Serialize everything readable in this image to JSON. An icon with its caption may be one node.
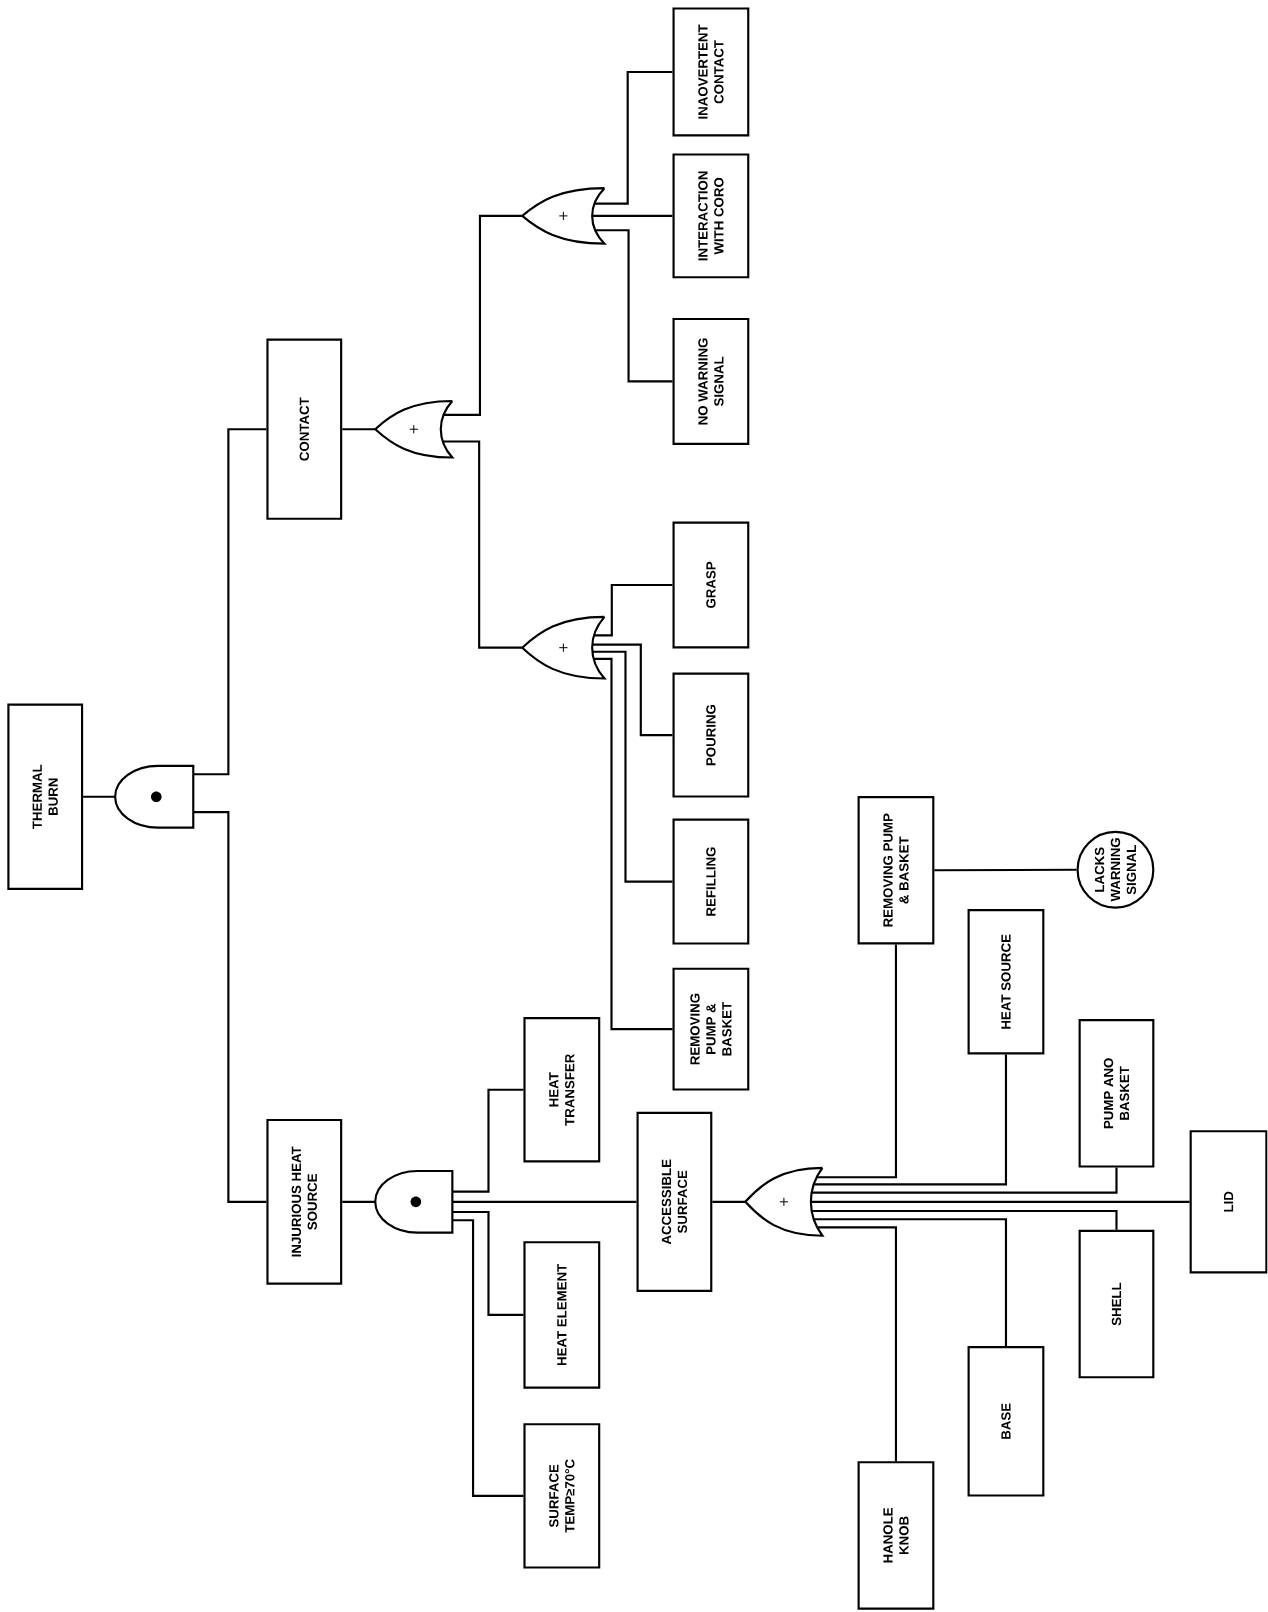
{
  "diagram": {
    "nodes": [
      {
        "text": [
          "THERMAL BURN"
        ]
      },
      {
        "text": [],
        "shape": "and-gate"
      },
      {
        "text": [
          "CONTACT"
        ]
      },
      {
        "text": [
          "INJURIOUS HEAT SOURCE"
        ]
      },
      {
        "text": [],
        "shape": "or-gate"
      },
      {
        "text": [],
        "shape": "or-gate"
      },
      {
        "text": [
          "NO WARNING SIGNAL"
        ]
      },
      {
        "text": [
          "INTERACTION WITH CORO"
        ]
      },
      {
        "text": [
          "INAOVERTENT CONTACT"
        ]
      },
      {
        "text": [],
        "shape": "or-gate"
      },
      {
        "text": [
          "GRASP"
        ]
      },
      {
        "text": [
          "POURING"
        ]
      },
      {
        "text": [
          "REFILLING"
        ]
      },
      {
        "text": [
          "REMOVING PUMP & BASKET"
        ]
      },
      {
        "text": [],
        "shape": "and-gate"
      },
      {
        "text": [
          "HEAT TRANSFER"
        ]
      },
      {
        "text": [
          "ACCESSIBLE SURFACE"
        ]
      },
      {
        "text": [
          "HEAT ELEMENT"
        ]
      },
      {
        "text": [
          "SURFACE TEMP≥70°C"
        ]
      },
      {
        "text": [],
        "shape": "or-gate"
      },
      {
        "text": [
          "REMOVING PUMP & BASKET"
        ]
      },
      {
        "text": [
          "LACKS WARNING SIGNAL"
        ]
      },
      {
        "text": [
          "HEAT SOURCE"
        ]
      },
      {
        "text": [
          "PUMP ANO BASKET"
        ]
      },
      {
        "text": [
          "LID"
        ]
      },
      {
        "text": [
          "SHELL"
        ]
      },
      {
        "text": [
          "BASE"
        ]
      },
      {
        "text": [
          "HANOLE KNOB"
        ]
      }
    ],
    "edges": [
      {
        "from": 0,
        "to": 1,
        "arrow": "none"
      },
      {
        "from": 1,
        "to": 2,
        "arrow": "none"
      },
      {
        "from": 1,
        "to": 3,
        "arrow": "none"
      },
      {
        "from": 2,
        "to": 4,
        "arrow": "none"
      },
      {
        "from": 4,
        "to": 5,
        "arrow": "none"
      },
      {
        "from": 4,
        "to": 9,
        "arrow": "none"
      },
      {
        "from": 5,
        "to": 6,
        "arrow": "none"
      },
      {
        "from": 5,
        "to": 7,
        "arrow": "none"
      },
      {
        "from": 5,
        "to": 8,
        "arrow": "none"
      },
      {
        "from": 9,
        "to": 10,
        "arrow": "none"
      },
      {
        "from": 9,
        "to": 11,
        "arrow": "none"
      },
      {
        "from": 9,
        "to": 12,
        "arrow": "none"
      },
      {
        "from": 9,
        "to": 13,
        "arrow": "none"
      },
      {
        "from": 3,
        "to": 14,
        "arrow": "none"
      },
      {
        "from": 14,
        "to": 15,
        "arrow": "none"
      },
      {
        "from": 14,
        "to": 16,
        "arrow": "none"
      },
      {
        "from": 14,
        "to": 17,
        "arrow": "none"
      },
      {
        "from": 14,
        "to": 18,
        "arrow": "none"
      },
      {
        "from": 16,
        "to": 19,
        "arrow": "none"
      },
      {
        "from": 19,
        "to": 20,
        "arrow": "none"
      },
      {
        "from": 19,
        "to": 22,
        "arrow": "none"
      },
      {
        "from": 19,
        "to": 23,
        "arrow": "none"
      },
      {
        "from": 19,
        "to": 24,
        "arrow": "none"
      },
      {
        "from": 19,
        "to": 25,
        "arrow": "none"
      },
      {
        "from": 19,
        "to": 26,
        "arrow": "none"
      },
      {
        "from": 19,
        "to": 27,
        "arrow": "none"
      },
      {
        "from": 20,
        "to": 21,
        "arrow": "none"
      }
    ]
  }
}
